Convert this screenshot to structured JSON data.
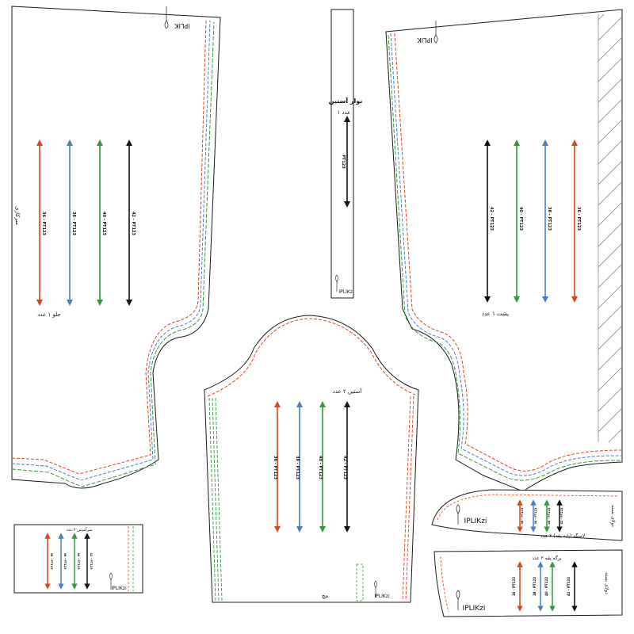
{
  "sheet": {
    "title": "",
    "size_colors": {
      "36": "#d9461e",
      "38": "#4a7fc1",
      "40": "#2e9b3a",
      "42": "#111111"
    },
    "outline_color": "#1a1a1a",
    "hatch_color": "#888888"
  },
  "pieces": {
    "front": {
      "label": "جلو ۱ عدد",
      "side_note": "سرکاری",
      "grain_tags": [
        "36 - PT123",
        "38 - PT123",
        "40 - PT123",
        "42 - PT123"
      ],
      "logo_text": "IPLIK"
    },
    "back": {
      "label": "پشت ۱ عدد",
      "grain_tags": [
        "42 - PT123",
        "40 - PT123",
        "38 - PT123",
        "36 - PT123"
      ],
      "logo_text": "IPLIK"
    },
    "sleeve": {
      "label": "آستین ۲ عدد",
      "grain_tags": [
        "36 - PT123",
        "38 - PT123",
        "40 - PT123",
        "42 - PT123"
      ],
      "logo_text": "IPLIKzi",
      "hem_note": "مچ"
    },
    "cuff": {
      "label": "نوار آستین",
      "count": "۱ عدد",
      "grain_tag": "PT123",
      "logo_text": "IPLIKzi"
    },
    "collar": {
      "label": "لاسگه (پایه یقه) ۲ عدد",
      "side_label": "دولای بسته",
      "grain_tags": [
        "36 - PT123",
        "38 - PT123",
        "40 - PT123",
        "42 - PT123"
      ],
      "logo_text": "IPLIKzi"
    },
    "collar_leaf": {
      "label": "برگه یقه ۲ عدد",
      "side_label": "دولای بسته",
      "grain_tags": [
        "36 - PT123",
        "38 - PT123",
        "40 - PT123",
        "42 - PT123"
      ],
      "logo_text": "IPLIKzi"
    },
    "pocket": {
      "label": "سرآستین ۲ عدد",
      "grain_tags": [
        "36 - PT123",
        "38 - PT123",
        "40 - PT123",
        "42 - PT123"
      ],
      "logo_text": "IPLIKzi"
    }
  }
}
